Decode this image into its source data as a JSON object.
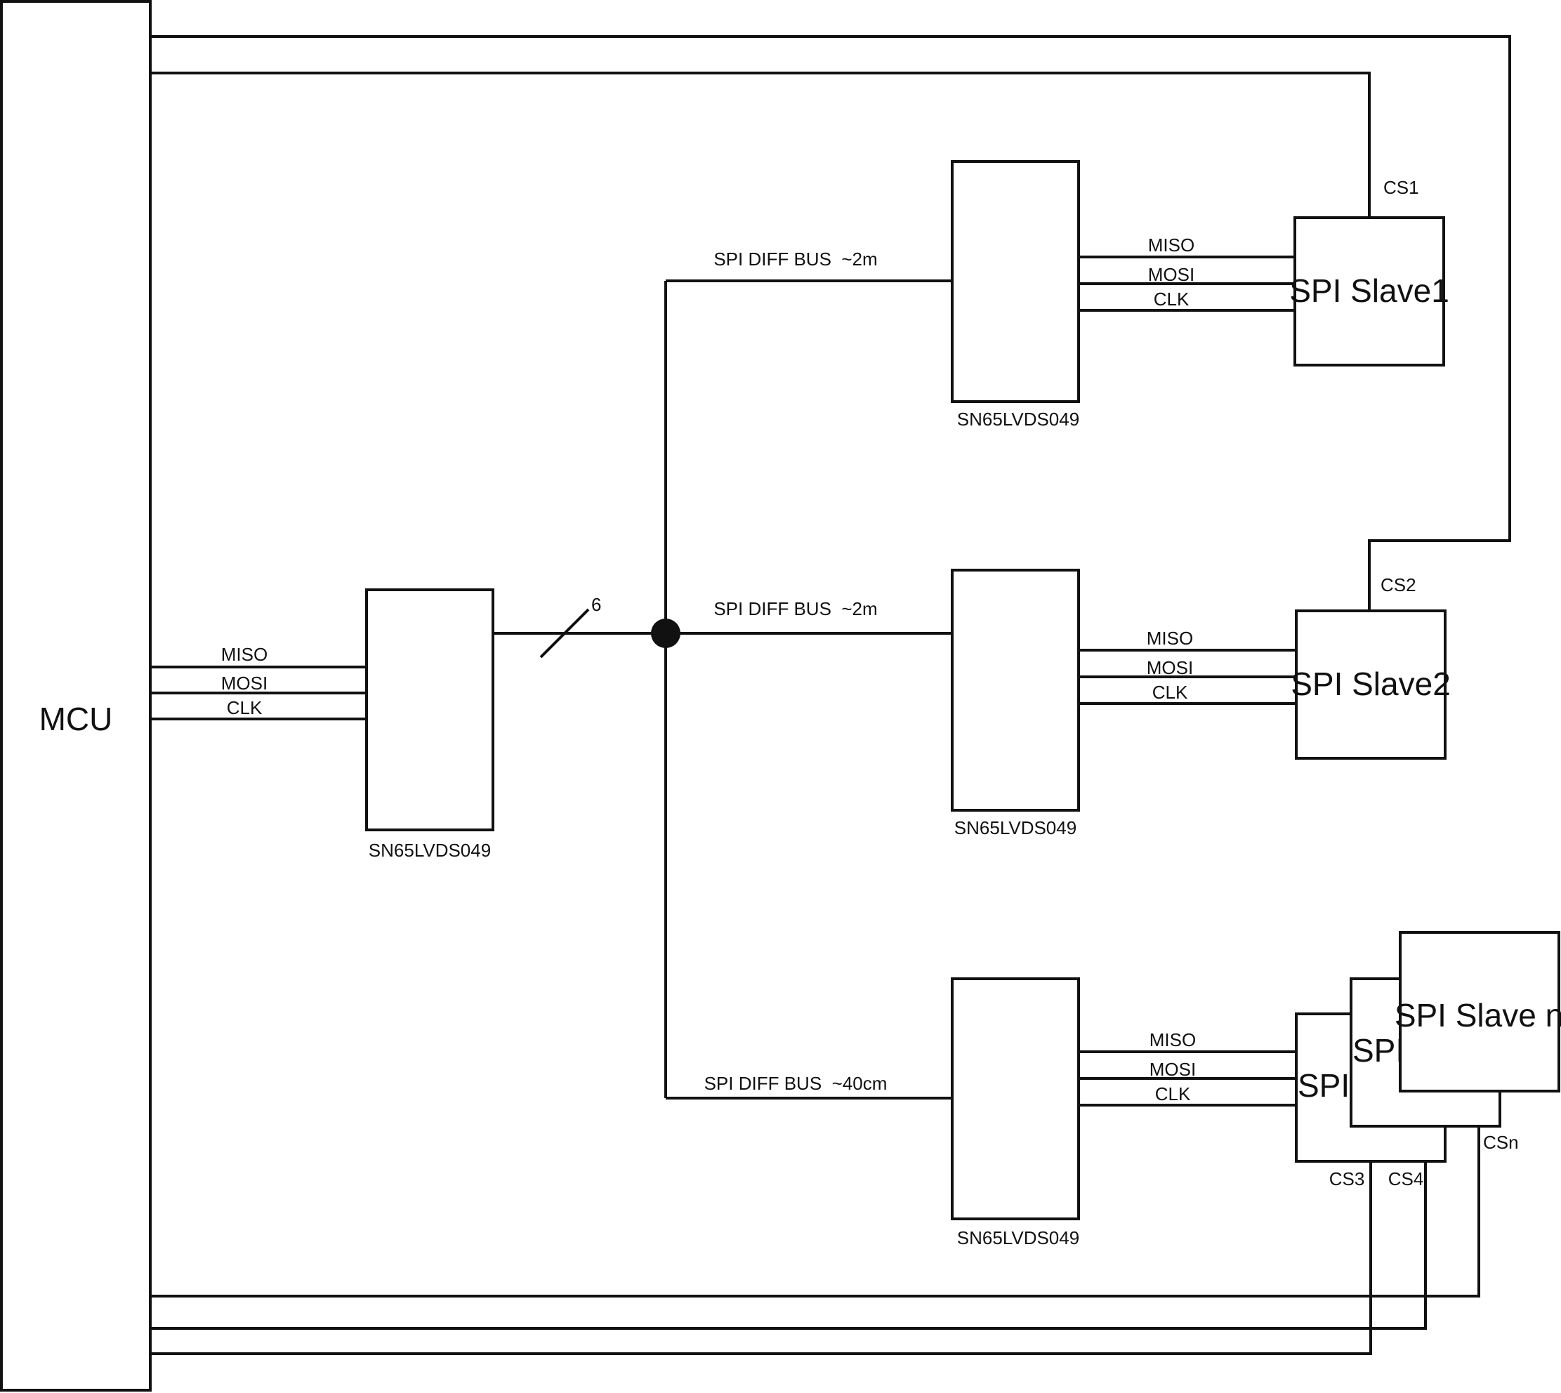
{
  "mcu": {
    "label": "MCU"
  },
  "signals": {
    "miso": "MISO",
    "mosi": "MOSI",
    "clk": "CLK"
  },
  "transceiver": {
    "part": "SN65LVDS049"
  },
  "bus": {
    "width_label": "6"
  },
  "branches": [
    {
      "bus_label": "SPI DIFF BUS  ~2m"
    },
    {
      "bus_label": "SPI DIFF BUS  ~2m"
    },
    {
      "bus_label": "SPI DIFF BUS  ~40cm"
    }
  ],
  "slaves": {
    "slave1": {
      "label": "SPI Slave1",
      "cs": "CS1"
    },
    "slave2": {
      "label": "SPI Slave2",
      "cs": "CS2"
    },
    "slave3": {
      "label": "SPI",
      "cs": "CS3"
    },
    "slave4": {
      "label": "SPI",
      "cs": "CS4"
    },
    "slaven": {
      "label": "SPI Slave n",
      "cs": "CSn"
    }
  },
  "colors": {
    "line": "#111111",
    "background": "#ffffff"
  }
}
